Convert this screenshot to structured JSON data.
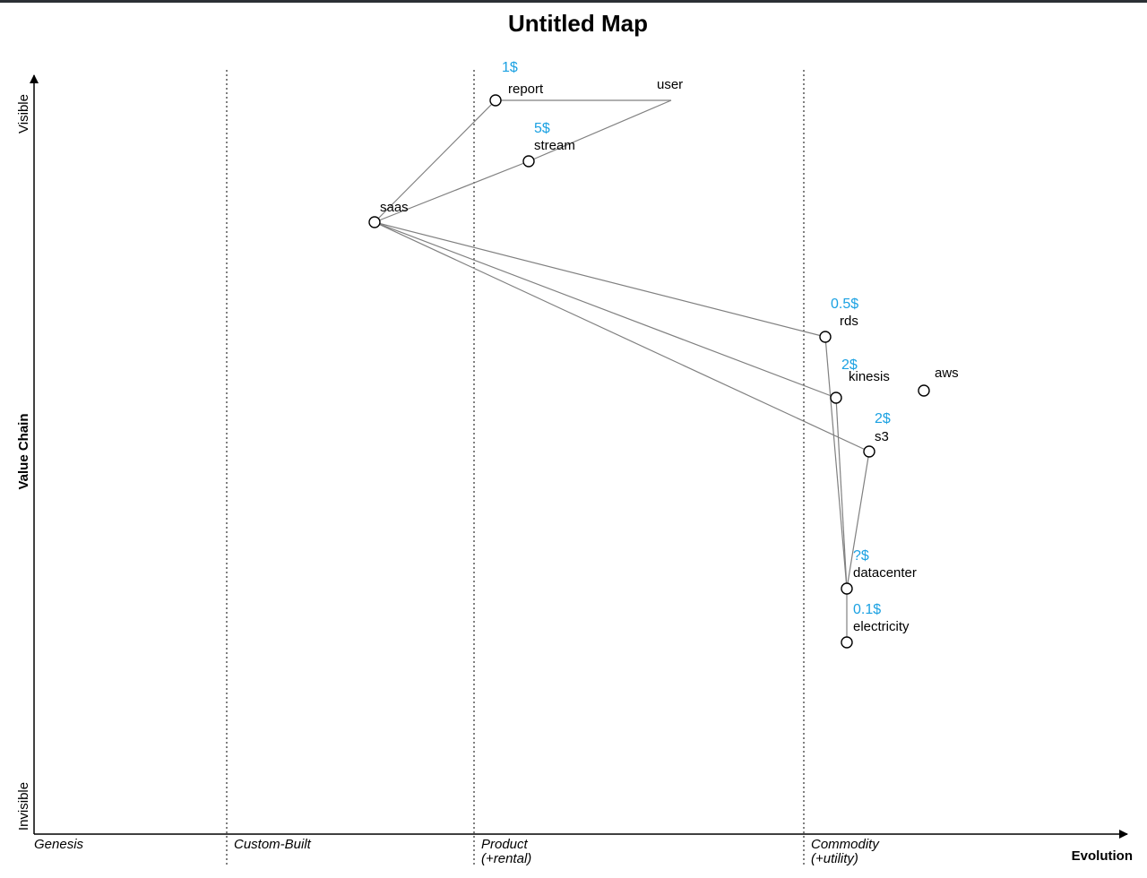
{
  "title": "Untitled Map",
  "axes": {
    "x_title": "Evolution",
    "y_title": "Value Chain",
    "y_top": "Visible",
    "y_bottom": "Invisible"
  },
  "stages": [
    {
      "id": "genesis",
      "line1": "Genesis",
      "line2": ""
    },
    {
      "id": "custom",
      "line1": "Custom-Built",
      "line2": ""
    },
    {
      "id": "product",
      "line1": "Product",
      "line2": "(+rental)"
    },
    {
      "id": "commodity",
      "line1": "Commodity",
      "line2": "(+utility)"
    }
  ],
  "components": [
    {
      "id": "user",
      "label": "user",
      "cost": ""
    },
    {
      "id": "report",
      "label": "report",
      "cost": "1$"
    },
    {
      "id": "stream",
      "label": "stream",
      "cost": "5$"
    },
    {
      "id": "saas",
      "label": "saas",
      "cost": ""
    },
    {
      "id": "rds",
      "label": "rds",
      "cost": "0.5$"
    },
    {
      "id": "kinesis",
      "label": "kinesis",
      "cost": "2$"
    },
    {
      "id": "aws",
      "label": "aws",
      "cost": ""
    },
    {
      "id": "s3",
      "label": "s3",
      "cost": "2$"
    },
    {
      "id": "datacenter",
      "label": "datacenter",
      "cost": "?$"
    },
    {
      "id": "electricity",
      "label": "electricity",
      "cost": "0.1$"
    }
  ],
  "links": [
    [
      "user",
      "report"
    ],
    [
      "user",
      "stream"
    ],
    [
      "report",
      "saas"
    ],
    [
      "stream",
      "saas"
    ],
    [
      "saas",
      "rds"
    ],
    [
      "saas",
      "kinesis"
    ],
    [
      "saas",
      "s3"
    ],
    [
      "rds",
      "datacenter"
    ],
    [
      "kinesis",
      "datacenter"
    ],
    [
      "s3",
      "datacenter"
    ],
    [
      "datacenter",
      "electricity"
    ]
  ]
}
